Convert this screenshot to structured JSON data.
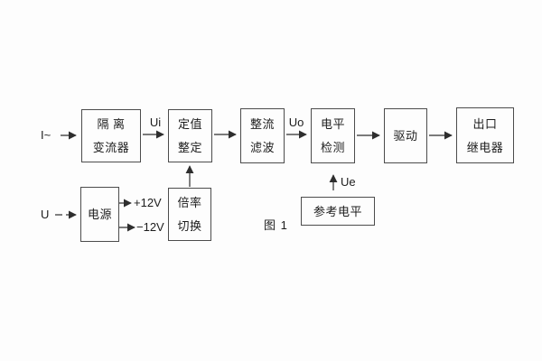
{
  "figure": {
    "caption": "图 1",
    "blocks": {
      "isolation": {
        "line1": "隔 离",
        "line2": "变流器"
      },
      "setting": {
        "line1": "定值",
        "line2": "整定"
      },
      "rectifier": {
        "line1": "整流",
        "line2": "滤波"
      },
      "level_detect": {
        "line1": "电平",
        "line2": "检测"
      },
      "drive": {
        "line1": "驱动"
      },
      "output_relay": {
        "line1": "出口",
        "line2": "继电器"
      },
      "power": {
        "line1": "电源"
      },
      "multiplier": {
        "line1": "倍率",
        "line2": "切换"
      },
      "reference": {
        "line1": "参考电平"
      }
    },
    "signals": {
      "input_current": "I~",
      "ui": "Ui",
      "uo": "Uo",
      "ue": "Ue",
      "input_voltage": "U",
      "plus_12v": "+12V",
      "minus_12v": "−12V"
    },
    "colors": {
      "line": "#2e2e2e",
      "background": "#fdfdfd"
    }
  }
}
